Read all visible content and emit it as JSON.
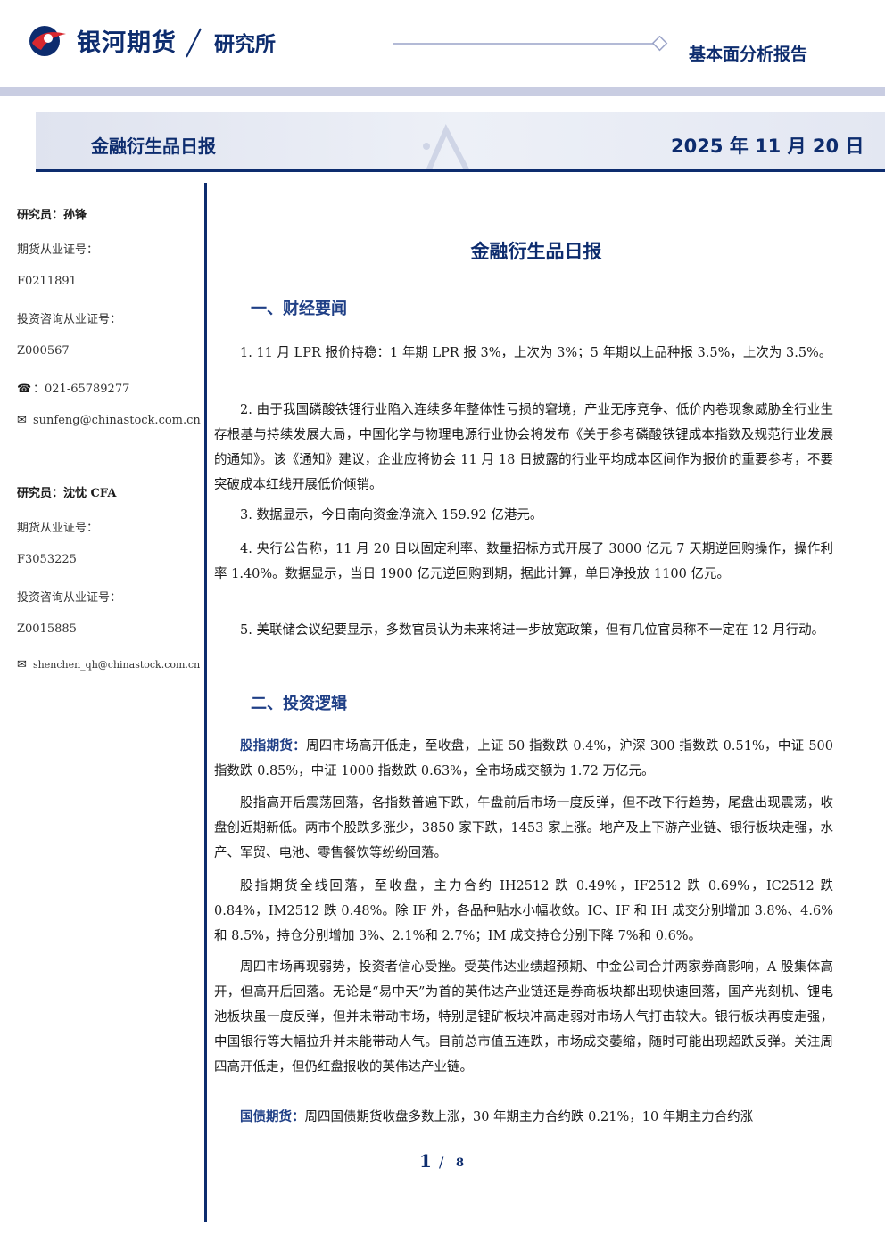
{
  "header": {
    "brand": "银河期货",
    "institute": "研究所",
    "report_type": "基本面分析报告",
    "colors": {
      "navy": "#0d2c6e",
      "accent_red": "#d7282f",
      "section_blue": "#1f3f86"
    }
  },
  "banner": {
    "title": "金融衍生品日报",
    "date": "2025 年 11 月 20 日"
  },
  "sidebar": {
    "analysts": [
      {
        "name_line": "研究员：孙锋",
        "license_label": "期货从业证号：",
        "license": "F0211891",
        "consult_label": "投资咨询从业证号：",
        "consult": "Z000567",
        "phone": "：021-65789277",
        "email": "sunfeng@chinastock.com.cn",
        "phone_icon": "phone-icon",
        "email_icon": "mail-icon"
      },
      {
        "name_line": "研究员：沈忱  CFA",
        "license_label": "期货从业证号：",
        "license": "F3053225",
        "consult_label": "投资咨询从业证号：",
        "consult": "Z0015885",
        "email": "shenchen_qh@chinastock.com.cn",
        "email_icon": "mail-icon"
      }
    ]
  },
  "main": {
    "title": "金融衍生品日报",
    "section1": {
      "heading": "一、财经要闻",
      "items": [
        "1. 11 月 LPR 报价持稳：1 年期 LPR 报 3%，上次为 3%；5 年期以上品种报 3.5%，上次为 3.5%。",
        "2. 由于我国磷酸铁锂行业陷入连续多年整体性亏损的窘境，产业无序竞争、低价内卷现象威胁全行业生存根基与持续发展大局，中国化学与物理电源行业协会将发布《关于参考磷酸铁锂成本指数及规范行业发展的通知》。该《通知》建议，企业应将协会 11 月 18 日披露的行业平均成本区间作为报价的重要参考，不要突破成本红线开展低价倾销。",
        "3. 数据显示，今日南向资金净流入 159.92 亿港元。",
        "4. 央行公告称，11 月 20 日以固定利率、数量招标方式开展了 3000 亿元 7 天期逆回购操作，操作利率 1.40%。数据显示，当日 1900 亿元逆回购到期，据此计算，单日净投放 1100 亿元。",
        "5. 美联储会议纪要显示，多数官员认为未来将进一步放宽政策，但有几位官员称不一定在 12 月行动。"
      ]
    },
    "section2": {
      "heading": "二、投资逻辑",
      "p1_lead": "股指期货：",
      "p1_text": "周四市场高开低走，至收盘，上证 50 指数跌 0.4%，沪深 300 指数跌 0.51%，中证 500 指数跌 0.85%，中证 1000 指数跌 0.63%，全市场成交额为 1.72 万亿元。",
      "p2": "股指高开后震荡回落，各指数普遍下跌，午盘前后市场一度反弹，但不改下行趋势，尾盘出现震荡，收盘创近期新低。两市个股跌多涨少，3850 家下跌，1453 家上涨。地产及上下游产业链、银行板块走强，水产、军贸、电池、零售餐饮等纷纷回落。",
      "p3": "股指期货全线回落，至收盘，主力合约 IH2512 跌 0.49%，IF2512 跌 0.69%，IC2512 跌 0.84%，IM2512 跌 0.48%。除 IF 外，各品种贴水小幅收敛。IC、IF 和 IH 成交分别增加 3.8%、4.6%和 8.5%，持仓分别增加 3%、2.1%和 2.7%；IM 成交持仓分别下降 7%和 0.6%。",
      "p4": "周四市场再现弱势，投资者信心受挫。受英伟达业绩超预期、中金公司合并两家券商影响，A 股集体高开，但高开后回落。无论是“易中天”为首的英伟达产业链还是券商板块都出现快速回落，国产光刻机、锂电池板块虽一度反弹，但并未带动市场，特别是锂矿板块冲高走弱对市场人气打击较大。银行板块再度走强，中国银行等大幅拉升并未能带动人气。目前总市值五连跌，市场成交萎缩，随时可能出现超跌反弹。关注周四高开低走，但仍红盘报收的英伟达产业链。",
      "p5_lead": "国债期货：",
      "p5_text": "周四国债期货收盘多数上涨，30 年期主力合约跌 0.21%，10 年期主力合约涨"
    }
  },
  "footer": {
    "page": "1",
    "separator": "/",
    "total": "8"
  }
}
